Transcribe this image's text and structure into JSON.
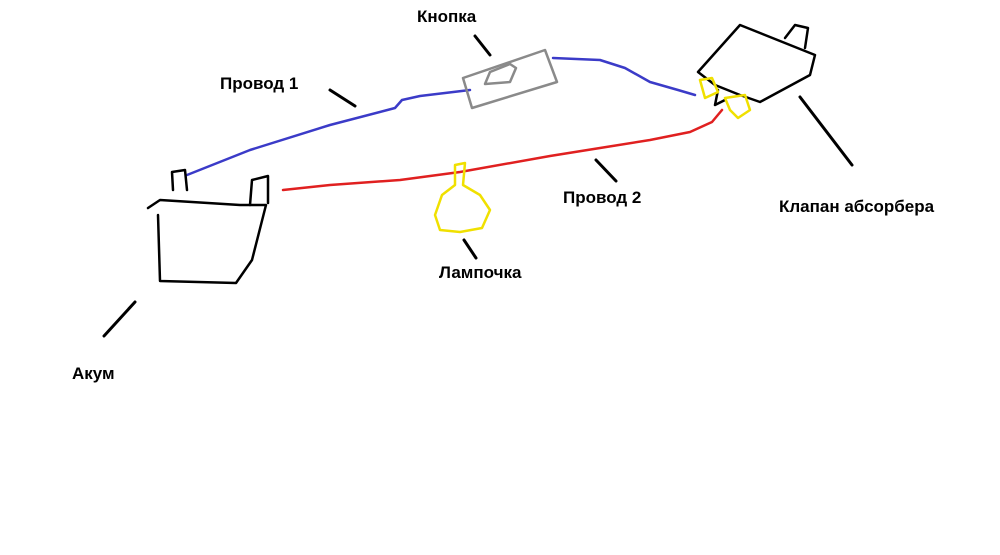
{
  "labels": {
    "button": "Кнопка",
    "wire1": "Провод 1",
    "wire2": "Провод 2",
    "valve": "Клапан абсорбера",
    "lamp": "Лампочка",
    "battery": "Акум"
  },
  "colors": {
    "wire1": "#3b3bc8",
    "wire2": "#e02020",
    "lamp": "#f0e000",
    "button": "#8a8a8a",
    "outline": "#000000"
  }
}
